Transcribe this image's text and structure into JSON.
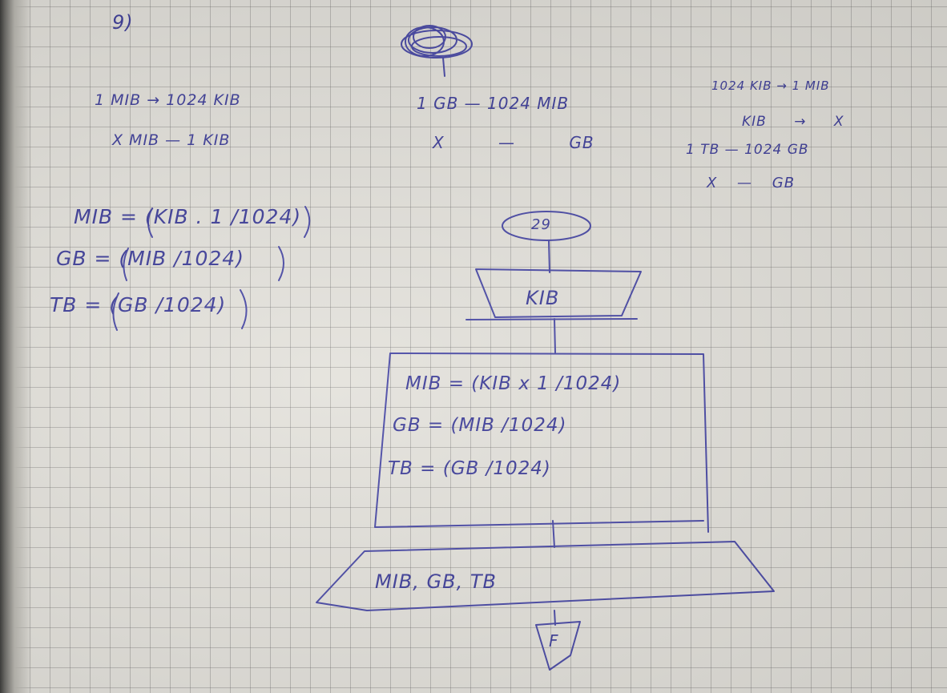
{
  "problem_number": "9)",
  "colors": {
    "ink": "#3f3f9a",
    "paper": "#e4e2dc",
    "grid": "#5f5f5f"
  },
  "left": {
    "rule": [
      "1 MIB → 1024 KIB",
      "X MIB — 1 KIB"
    ],
    "formulas": [
      "MIB = (KIB . 1 /1024)",
      "GB = (MIB /1024)",
      "TB = (GB /1024)"
    ]
  },
  "middle": {
    "rule": [
      "1 GB — 1024 MIB",
      "X — GB"
    ]
  },
  "right": {
    "rule": [
      "1024 KIB → 1 MIB",
      "KIB → X",
      "1 TB — 1024 GB",
      "X — GB"
    ]
  },
  "flowchart": {
    "start": "29",
    "input": "KIB",
    "process": [
      "MIB = (KIB x 1 /1024)",
      "GB = (MIB /1024)",
      "TB = (GB /1024)"
    ],
    "output": "MIB, GB, TB",
    "end": "F"
  }
}
